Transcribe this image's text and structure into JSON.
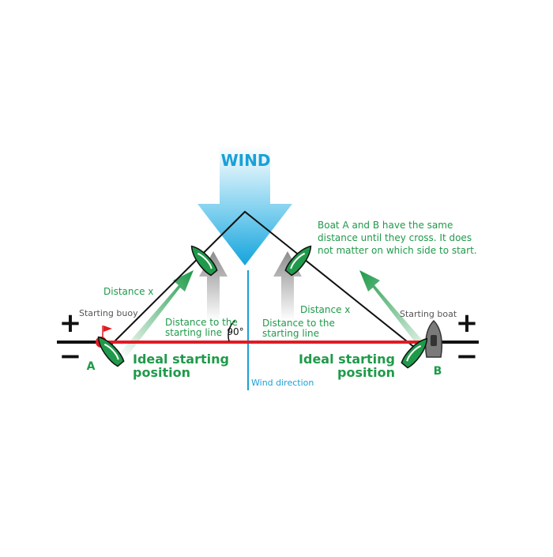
{
  "diagram": {
    "wind_label": "WIND",
    "wind_direction_label": "Wind direction",
    "angle_label": "90°",
    "note_lines": [
      "Boat A and B have the same",
      "distance until they cross. It does",
      "not matter on which side to start."
    ],
    "distance_x_left": "Distance x",
    "distance_x_right": "Distance x",
    "distance_to_line_left": [
      "Distance to the",
      "starting line"
    ],
    "distance_to_line_right": [
      "Distance to the",
      "starting line"
    ],
    "starting_buoy": "Starting buoy",
    "starting_boat": "Starting boat",
    "boat_a": "A",
    "boat_b": "B",
    "ideal_left": [
      "Ideal starting",
      "position"
    ],
    "ideal_right": [
      "Ideal starting",
      "position"
    ],
    "plus_symbol": "+",
    "minus_symbol": "−",
    "colors": {
      "green": "#1f9a4a",
      "light_green": "#9fd8a8",
      "red": "#e21a22",
      "blue": "#1aa0d8",
      "black": "#111111",
      "gray": "#555555"
    }
  }
}
